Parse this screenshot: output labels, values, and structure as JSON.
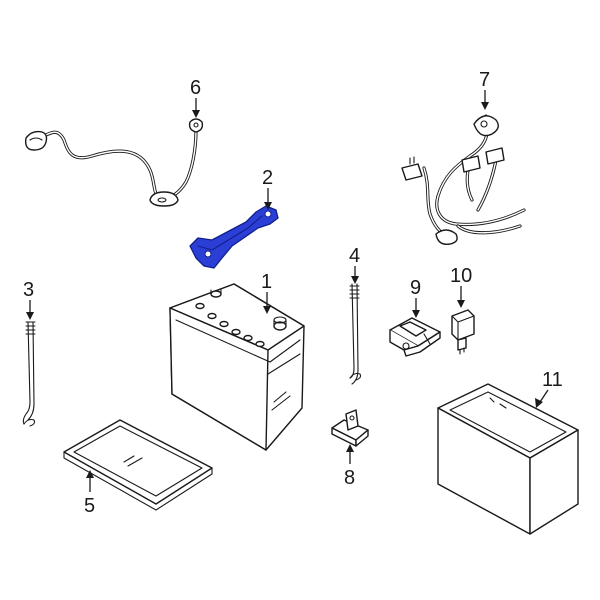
{
  "diagram": {
    "highlight_color": "#2b3fd6",
    "line_color": "#1a1a1a",
    "background": "#ffffff",
    "callouts": [
      {
        "id": "1",
        "label": "1",
        "part": "battery"
      },
      {
        "id": "2",
        "label": "2",
        "part": "battery-hold-down-bracket"
      },
      {
        "id": "3",
        "label": "3",
        "part": "hold-down-rod-left"
      },
      {
        "id": "4",
        "label": "4",
        "part": "hold-down-rod-right"
      },
      {
        "id": "5",
        "label": "5",
        "part": "battery-tray"
      },
      {
        "id": "6",
        "label": "6",
        "part": "ground-cable"
      },
      {
        "id": "7",
        "label": "7",
        "part": "wiring-harness"
      },
      {
        "id": "8",
        "label": "8",
        "part": "mounting-clip"
      },
      {
        "id": "9",
        "label": "9",
        "part": "fuse-holder-bracket"
      },
      {
        "id": "10",
        "label": "10",
        "part": "connector-relay"
      },
      {
        "id": "11",
        "label": "11",
        "part": "battery-cover"
      }
    ]
  }
}
